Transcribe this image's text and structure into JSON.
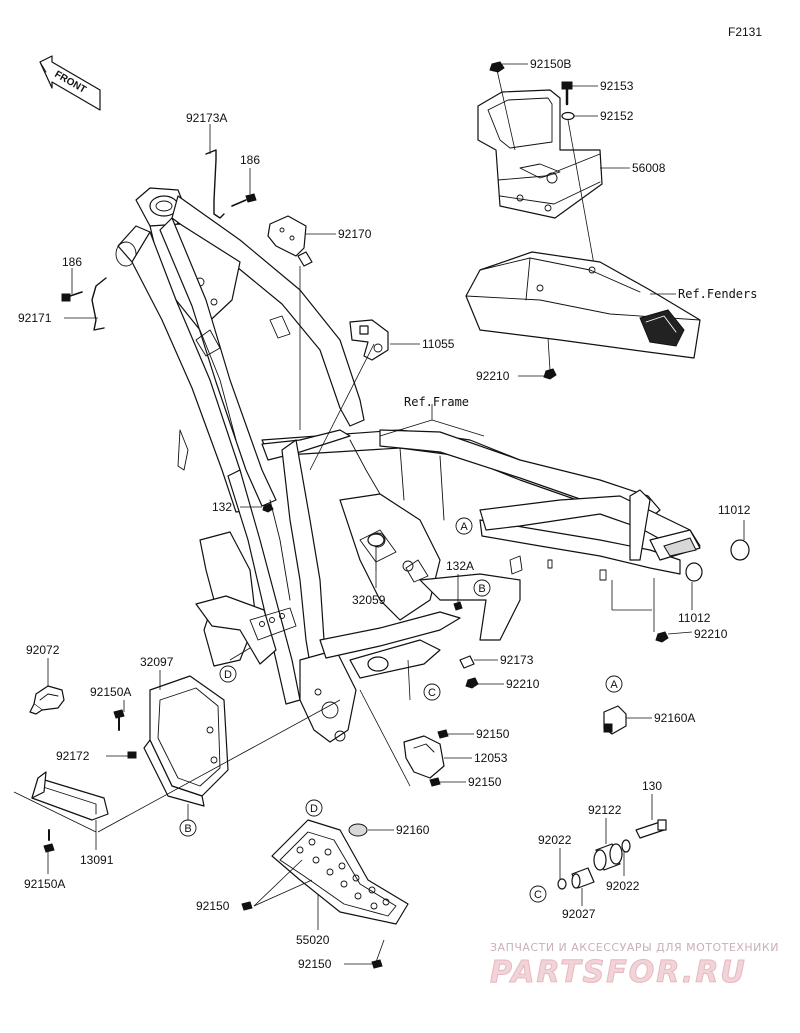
{
  "diagram_code": "F2131",
  "front_label": "FRONT",
  "ref_labels": {
    "fenders": "Ref.Fenders",
    "frame": "Ref.Frame"
  },
  "part_labels": {
    "p92150B": "92150B",
    "p92153": "92153",
    "p92152": "92152",
    "p56008": "56008",
    "p92173A": "92173A",
    "p186_top": "186",
    "p92170": "92170",
    "p186_left": "186",
    "p92171": "92171",
    "p11055": "11055",
    "p92210_top": "92210",
    "p132": "132",
    "p11012_top": "11012",
    "p11012_bottom": "11012",
    "p92210_right": "92210",
    "p32059": "32059",
    "p132A": "132A",
    "p92173": "92173",
    "p92210_mid": "92210",
    "p92072": "92072",
    "p32097": "32097",
    "p92150A_top": "92150A",
    "p92172": "92172",
    "p13091": "13091",
    "p92150A_bottom": "92150A",
    "p92150_mid1": "92150",
    "p12053": "12053",
    "p92150_mid2": "92150",
    "p92160A": "92160A",
    "p92160": "92160",
    "p92150_skid_left": "92150",
    "p55020": "55020",
    "p92150_skid_bottom": "92150",
    "p130": "130",
    "p92122": "92122",
    "p92022_left": "92022",
    "p92022_right": "92022",
    "p92027": "92027"
  },
  "ref_markers": {
    "A_frame": "A",
    "B_frame": "B",
    "C_frame": "C",
    "D_frame": "D",
    "A_right": "A",
    "B_guard": "B",
    "C_collar": "C",
    "D_skid": "D"
  },
  "watermark": {
    "tagline": "ЗАПЧАСТИ И АКСЕССУАРЫ ДЛЯ МОТОТЕХНИКИ",
    "brand": "PARTSFOR.RU",
    "color": "#e8b8bf"
  }
}
